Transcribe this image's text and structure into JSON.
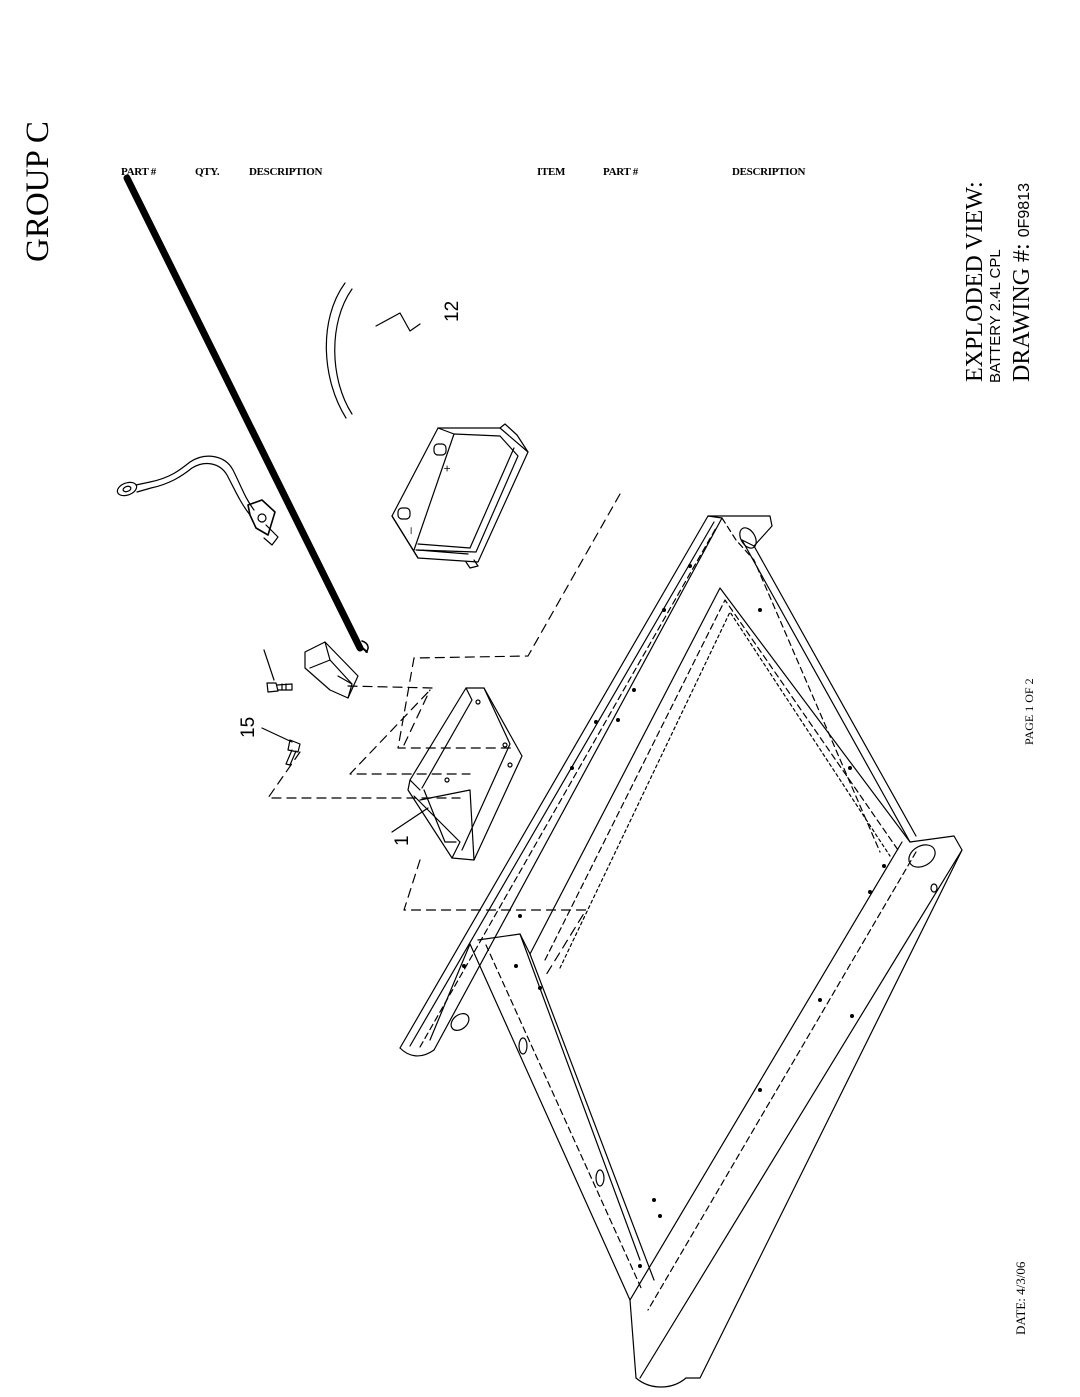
{
  "group_title": "GROUP C",
  "table_headers": {
    "left": {
      "part": "PART #",
      "qty": "QTY.",
      "description": "DESCRIPTION"
    },
    "right": {
      "item": "ITEM",
      "part": "PART #",
      "description": "DESCRIPTION"
    }
  },
  "title_block": {
    "view_label": "EXPLODED VIEW:",
    "subtitle": "BATTERY 2.4L CPL",
    "drawing_label": "DRAWING #:",
    "drawing_number": "0F9813"
  },
  "page_label": "PAGE 1 OF 2",
  "date_label": "DATE:",
  "date_value": "4/3/06",
  "callouts": [
    "12",
    "15",
    "1"
  ],
  "battery_terminals": {
    "positive": "+",
    "negative": "_"
  }
}
